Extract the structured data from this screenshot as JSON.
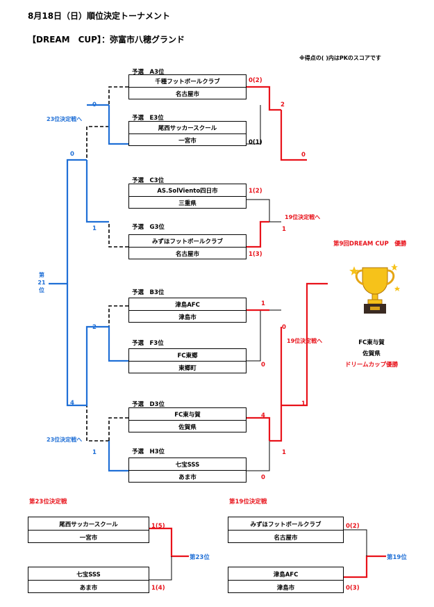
{
  "header": {
    "title": "8月18日（日）順位決定トーナメント",
    "venue": "【DREAM　CUP】：弥富市八穂グランド",
    "note": "※得点の(  )内はPKのスコアです"
  },
  "teams": [
    {
      "seed": "予選　A3位",
      "name": "千種フットボールクラブ",
      "city": "名古屋市",
      "score": "0(2)"
    },
    {
      "seed": "予選　E3位",
      "name": "尾西サッカースクール",
      "city": "一宮市",
      "score": "0(1)"
    },
    {
      "seed": "予選　C3位",
      "name": "AS.SolViento四日市",
      "city": "三重県",
      "score": "1(2)"
    },
    {
      "seed": "予選　G3位",
      "name": "みずほフットボールクラブ",
      "city": "名古屋市",
      "score": "1(3)"
    },
    {
      "seed": "予選　B3位",
      "name": "津島AFC",
      "city": "津島市",
      "score": "1"
    },
    {
      "seed": "予選　F3位",
      "name": "FC東郷",
      "city": "東郷町",
      "score": "0"
    },
    {
      "seed": "予選　D3位",
      "name": "FC東与賀",
      "city": "佐賀県",
      "score": "4"
    },
    {
      "seed": "予選　H3位",
      "name": "七宝SSS",
      "city": "あま市",
      "score": "0"
    }
  ],
  "round2_scores": {
    "sf1": "2",
    "sf1b": "1",
    "sf2": "0",
    "sf2b": "1"
  },
  "final_scores": {
    "top": "0",
    "bottom": "1"
  },
  "left_scores": {
    "l1": "0",
    "l2": "1",
    "l3": "2",
    "l4": "1",
    "q1": "0",
    "q2": "4"
  },
  "labels": {
    "p23_top": "23位決定戦へ",
    "p23_bottom": "23位決定戦へ",
    "p19_top": "19位決定戦へ",
    "p19_bottom": "19位決定戦へ",
    "p21": "第\n21\n位"
  },
  "champion": {
    "heading": "第9回DREAM CUP　優勝",
    "team": "FC東与賀",
    "pref": "佐賀県",
    "caption": "ドリームカップ優勝"
  },
  "playoff23": {
    "title": "第23位決定戦",
    "teamA": {
      "name": "尾西サッカースクール",
      "city": "一宮市",
      "score": "1(5)"
    },
    "teamB": {
      "name": "七宝SSS",
      "city": "あま市",
      "score": "1(4)"
    },
    "result": "第23位"
  },
  "playoff19": {
    "title": "第19位決定戦",
    "teamA": {
      "name": "みずほフットボールクラブ",
      "city": "名古屋市",
      "score": "0(2)"
    },
    "teamB": {
      "name": "津島AFC",
      "city": "津島市",
      "score": "0(3)"
    },
    "result": "第19位"
  },
  "colors": {
    "win": "#e8121a",
    "blue": "#1f6fd6",
    "line": "#000000"
  }
}
